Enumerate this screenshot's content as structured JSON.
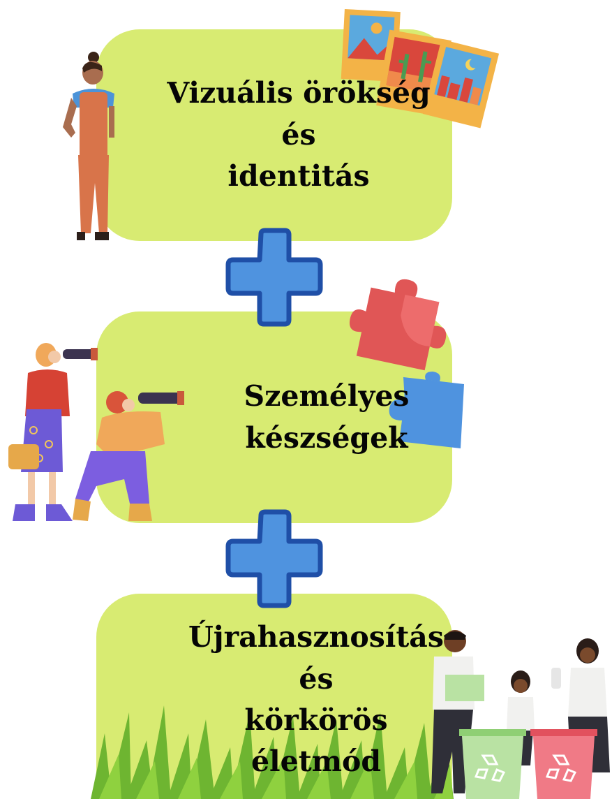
{
  "cards": [
    {
      "line1": "Vizuális örökség és",
      "line2": "identitás"
    },
    {
      "line1": "Személyes",
      "line2": "készségek"
    },
    {
      "line1": "Újrahasznosítás és",
      "line2": "körkörös életmód"
    }
  ],
  "icons": [
    "plus-icon",
    "photo-cards-icon",
    "puzzle-pieces-icon",
    "recycling-bin-icon"
  ],
  "colors": {
    "card": "#d8eb72",
    "plus_fill": "#4f93df",
    "plus_stroke": "#1f4fa7",
    "text": "#050505"
  }
}
